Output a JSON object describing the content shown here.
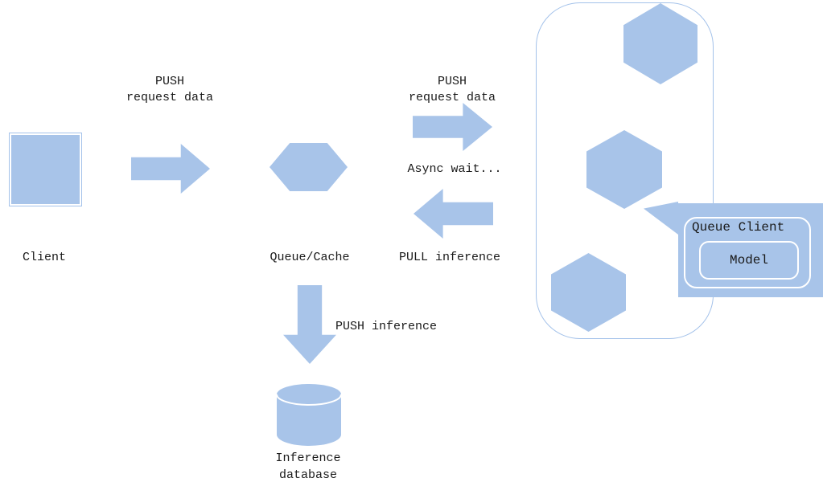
{
  "diagram": {
    "colors": {
      "shape_fill": "#a8c4e9",
      "outline": "#a4c2ea",
      "inner_stroke": "#ffffff",
      "text": "#1a1a1a",
      "background": "#ffffff"
    },
    "nodes": {
      "client": {
        "label": "Client"
      },
      "queue_cache": {
        "label": "Queue/Cache"
      },
      "inference_database": {
        "label_line1": "Inference",
        "label_line2": "database"
      },
      "worker_group": {
        "hexagon_count": 3
      },
      "callout": {
        "title": "Queue Client",
        "model_label": "Model"
      }
    },
    "edges": {
      "push_request_left": {
        "line1": "PUSH",
        "line2": "request data"
      },
      "push_request_right": {
        "line1": "PUSH",
        "line2": "request data"
      },
      "async_wait": {
        "label": "Async wait..."
      },
      "pull_inference": {
        "label": "PULL inference"
      },
      "push_inference": {
        "label": "PUSH inference"
      }
    }
  }
}
